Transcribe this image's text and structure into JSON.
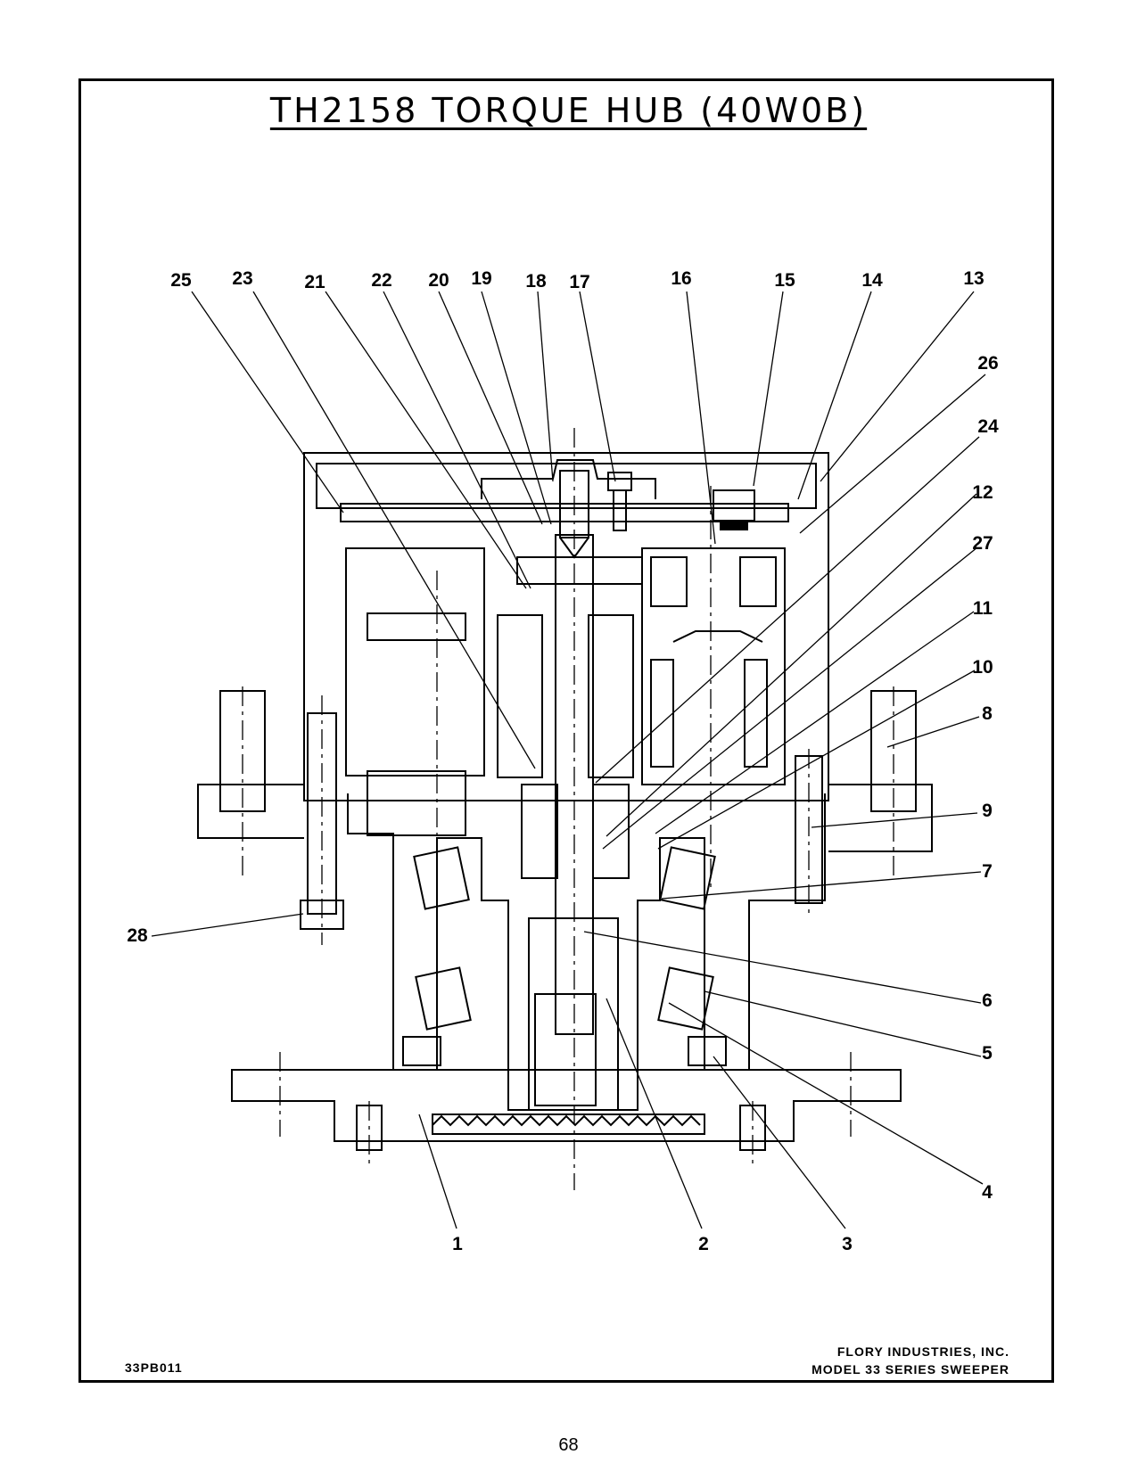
{
  "title": "TH2158 TORQUE HUB (40W0B)",
  "callouts": [
    "1",
    "2",
    "3",
    "4",
    "5",
    "6",
    "7",
    "8",
    "9",
    "10",
    "11",
    "12",
    "13",
    "14",
    "15",
    "16",
    "17",
    "18",
    "19",
    "20",
    "21",
    "22",
    "23",
    "24",
    "25",
    "26",
    "27",
    "28"
  ],
  "drawing_code": "33PB011",
  "company": {
    "line1": "FLORY INDUSTRIES, INC.",
    "line2": "MODEL 33 SERIES SWEEPER"
  },
  "page_number": "68"
}
